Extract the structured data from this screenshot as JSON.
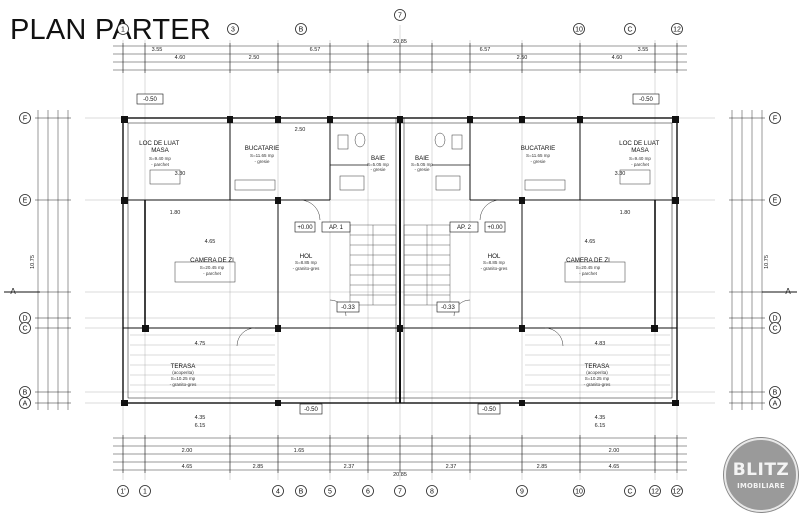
{
  "title": "PLAN PARTER",
  "grid_top": [
    "B",
    "7",
    "C"
  ],
  "grid_bottom": [
    "1'",
    "1",
    "4",
    "B",
    "5",
    "6",
    "7",
    "8",
    "9",
    "10",
    "C",
    "12",
    "12'"
  ],
  "grid_top_nums": [
    "1",
    "3",
    "10",
    "12"
  ],
  "grid_side": [
    "F",
    "E",
    "D",
    "C",
    "B",
    "A"
  ],
  "grid_side_extra": [
    "A"
  ],
  "rooms": {
    "loc_de_luat_masa": "LOC DE LUAT\nMASA",
    "loc_de_luat_masa_area": "S=9.40 mp",
    "loc_de_luat_masa_floor": "- parchet",
    "bucatarie": "BUCATARIE",
    "bucatarie_area": "S=11.65 mp",
    "bucatarie_floor": "- gresie",
    "baie": "BAIE",
    "baie_area": "S=5.05 mp",
    "baie_floor": "- gresie",
    "camera_de_zi": "CAMERA DE ZI",
    "camera_de_zi_area": "S=20.45 mp",
    "camera_de_zi_floor": "- parchet",
    "hol": "HOL",
    "hol_area": "S=8.85 mp",
    "hol_floor": "- granito-gres",
    "terasa": "TERASA",
    "terasa_sub": "(acoperita)",
    "terasa_area": "S=10.25 mp",
    "terasa_floor": "- granito-gres",
    "ap1": "AP. 1",
    "ap2": "AP. 2"
  },
  "levels": {
    "minus050": "-0.50",
    "plus000": "+0.00",
    "minus033": "-0.33"
  },
  "dims": {
    "top_total": "20.85",
    "top_left_a": "3.55",
    "top_left_b": "6.57",
    "top_right_a": "6.57",
    "top_right_b": "3.55",
    "top_4_60": "4.60",
    "top_2_50": "2.50",
    "top_2_50b": "2.50",
    "top_4_60b": "4.60",
    "bot_total": "20.85",
    "bot_4_65": "4.65",
    "bot_2_85": "2.85",
    "bot_2_37": "2.37",
    "bot_2_37b": "2.37",
    "bot_2_85b": "2.85",
    "bot_4_65b": "4.65",
    "bot_2_00": "2.00",
    "bot_2_00b": "2.00",
    "bot_4_35": "4.35",
    "bot_4_35b": "4.35",
    "bot_6_15": "6.15",
    "bot_6_15b": "6.15",
    "bot_1_65": "1.65",
    "left_10_75": "10.75",
    "right_10_75": "10.75",
    "mid_4_65": "4.65",
    "mid_4_65b": "4.65",
    "mid_1_80": "1.80",
    "mid_1_80b": "1.80",
    "mid_4_75": "4.75",
    "mid_4_83": "4.83",
    "mid_3_30": "3.30",
    "mid_3_30b": "3.30",
    "mid_2_50": "2.50"
  },
  "logo": {
    "main": "BLITZ",
    "sub": "IMOBILIARE"
  }
}
